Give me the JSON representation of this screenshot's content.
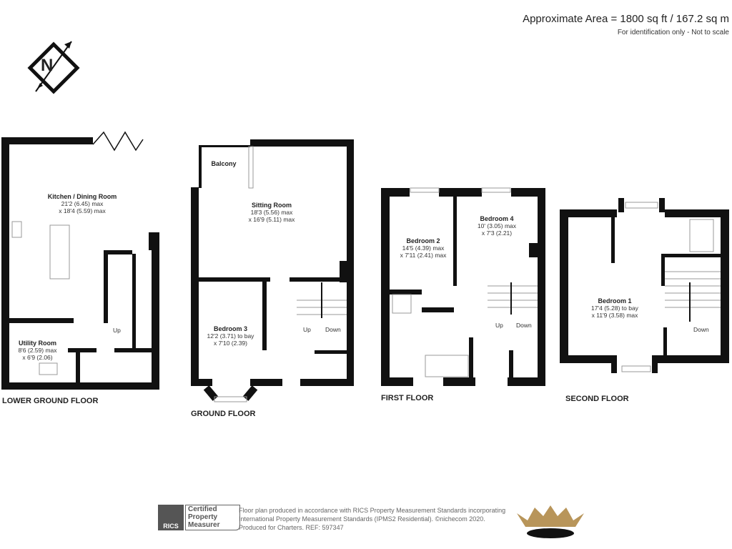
{
  "header": {
    "area": "Approximate Area = 1800 sq ft / 167.2 sq m",
    "note": "For identification only - Not to scale"
  },
  "compass": {
    "label": "N",
    "icon": "north-compass-icon"
  },
  "floors": [
    {
      "name": "LOWER GROUND FLOOR",
      "rooms": [
        {
          "name": "Kitchen / Dining Room",
          "dims": [
            "21'2 (6.45) max",
            "x 18'4 (5.59) max"
          ]
        },
        {
          "name": "Utility Room",
          "dims": [
            "8'6 (2.59) max",
            "x 6'9 (2.06)"
          ]
        }
      ],
      "labels": [
        "Up"
      ]
    },
    {
      "name": "GROUND FLOOR",
      "rooms": [
        {
          "name": "Balcony",
          "dims": []
        },
        {
          "name": "Sitting Room",
          "dims": [
            "18'3 (5.56) max",
            "x 16'9 (5.11) max"
          ]
        },
        {
          "name": "Bedroom 3",
          "dims": [
            "12'2 (3.71) to bay",
            "x 7'10 (2.39)"
          ]
        }
      ],
      "labels": [
        "Up",
        "Down"
      ]
    },
    {
      "name": "FIRST FLOOR",
      "rooms": [
        {
          "name": "Bedroom 2",
          "dims": [
            "14'5 (4.39) max",
            "x 7'11 (2.41) max"
          ]
        },
        {
          "name": "Bedroom 4",
          "dims": [
            "10' (3.05) max",
            "x 7'3 (2.21)"
          ]
        }
      ],
      "labels": [
        "Up",
        "Down"
      ]
    },
    {
      "name": "SECOND FLOOR",
      "rooms": [
        {
          "name": "Bedroom 1",
          "dims": [
            "17'4 (5.28) to bay",
            "x 11'9 (3.58) max"
          ]
        }
      ],
      "labels": [
        "Down"
      ]
    }
  ],
  "footer": {
    "rics_logo": "RICS",
    "badge": [
      "Certified",
      "Property",
      "Measurer"
    ],
    "lines": [
      "Floor plan produced in accordance with RICS Property Measurement Standards incorporating",
      "International Property Measurement Standards (IPMS2 Residential).   ©nichecom 2020.",
      "Produced for Charters.   REF: 597347"
    ],
    "crown_colors": {
      "gold": "#b8955a",
      "black": "#111111"
    }
  },
  "colors": {
    "wall": "#111111",
    "fixture": "#999999"
  }
}
